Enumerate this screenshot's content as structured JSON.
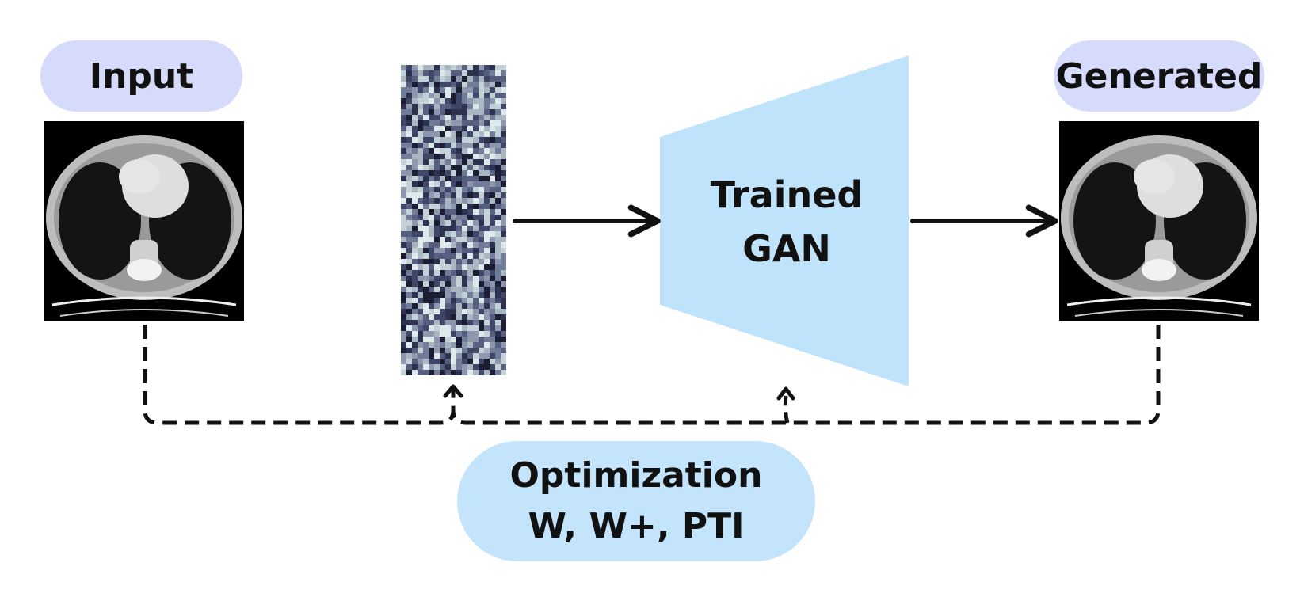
{
  "colors": {
    "pill_purple": "#d7dbfb",
    "pill_blue": "#c4e4fb",
    "gan_blue": "#bfe3fb",
    "arrow": "#111111"
  },
  "labels": {
    "input": "Input",
    "generated": "Generated",
    "gan_line1": "Trained",
    "gan_line2": "GAN",
    "opt_line1": "Optimization",
    "opt_line2": "W, W+, PTI"
  },
  "icons": {
    "input_image": "ct-scan-image",
    "latent": "latent-noise-vector",
    "generated_image": "ct-scan-image"
  }
}
